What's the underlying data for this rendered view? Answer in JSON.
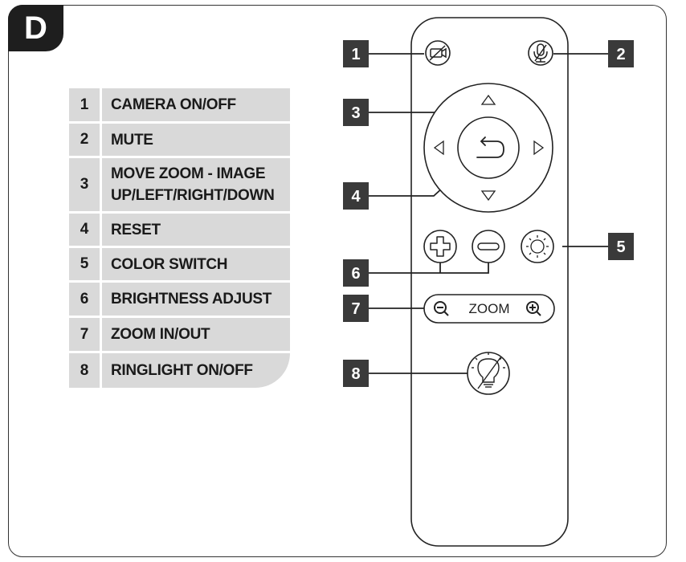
{
  "section_letter": "D",
  "legend": [
    {
      "num": "1",
      "label": "CAMERA ON/OFF"
    },
    {
      "num": "2",
      "label": "MUTE"
    },
    {
      "num": "3",
      "label": "MOVE ZOOM - IMAGE\nUP/LEFT/RIGHT/DOWN"
    },
    {
      "num": "4",
      "label": "RESET"
    },
    {
      "num": "5",
      "label": "COLOR SWITCH"
    },
    {
      "num": "6",
      "label": "BRIGHTNESS ADJUST"
    },
    {
      "num": "7",
      "label": "ZOOM IN/OUT"
    },
    {
      "num": "8",
      "label": "RINGLIGHT ON/OFF"
    }
  ],
  "callouts": [
    "1",
    "2",
    "3",
    "4",
    "5",
    "6",
    "7",
    "8"
  ],
  "remote": {
    "zoom_text": "ZOOM",
    "buttons": [
      "camera-off-icon",
      "mic-off-icon",
      "up-arrow-icon",
      "left-arrow-icon",
      "right-arrow-icon",
      "down-arrow-icon",
      "return-icon",
      "plus-icon",
      "minus-icon",
      "sun-icon",
      "zoom-out-icon",
      "zoom-in-icon",
      "lightbulb-off-icon"
    ]
  },
  "colors": {
    "callout_bg": "#3a3a3a",
    "legend_bg": "#d9d9d9",
    "tab_bg": "#1e1e1e"
  }
}
